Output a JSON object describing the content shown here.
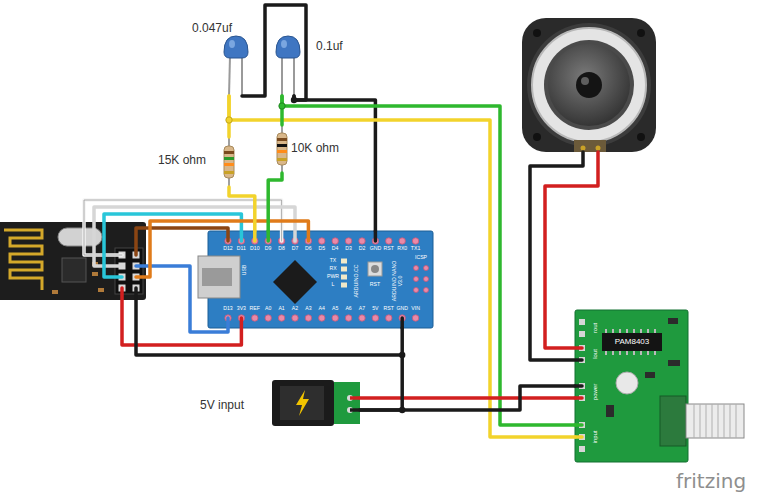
{
  "diagram": {
    "nodes": [
      {
        "text": [
          "0.047uf"
        ]
      },
      {
        "text": [
          "0.1uf"
        ]
      },
      {
        "text": [
          "15K ohm"
        ]
      },
      {
        "text": [
          "10K ohm"
        ]
      },
      {
        "text": [
          "D12",
          "D11",
          "D10",
          "D9",
          "D8",
          "D7",
          "D6",
          "D5",
          "D4",
          "D3",
          "D2",
          "GND",
          "RST",
          "RX0",
          "TX1",
          "D13",
          "3V3",
          "REF",
          "A0",
          "A1",
          "A2",
          "A3",
          "A4",
          "A5",
          "A6",
          "A7",
          "5V",
          "RST",
          "GND",
          "VIN",
          "USB",
          "TX",
          "RX",
          "PWR",
          "L",
          "ARDUINO.CC",
          "RST",
          "ARDUINO NANO V3.0",
          "ICSP"
        ]
      },
      {
        "text": [
          "PAM8403",
          "rout",
          "lout",
          "power",
          "input"
        ]
      },
      {
        "text": [
          "5V input"
        ]
      }
    ],
    "edges": [
      {
        "from": 0,
        "to": 1,
        "arrow": "none"
      },
      {
        "from": 1,
        "to": 4,
        "arrow": "none"
      },
      {
        "from": 0,
        "to": 2,
        "arrow": "none"
      },
      {
        "from": 0,
        "to": 5,
        "arrow": "none"
      },
      {
        "from": 2,
        "to": 4,
        "arrow": "none"
      },
      {
        "from": 1,
        "to": 3,
        "arrow": "none"
      },
      {
        "from": 1,
        "to": 5,
        "arrow": "none"
      },
      {
        "from": 3,
        "to": 4,
        "arrow": "none"
      },
      {
        "from": 6,
        "to": 5,
        "arrow": "none"
      },
      {
        "from": 6,
        "to": 5,
        "arrow": "none"
      },
      {
        "from": 6,
        "to": 4,
        "arrow": "none"
      }
    ],
    "labels": [
      "fritzing"
    ]
  }
}
